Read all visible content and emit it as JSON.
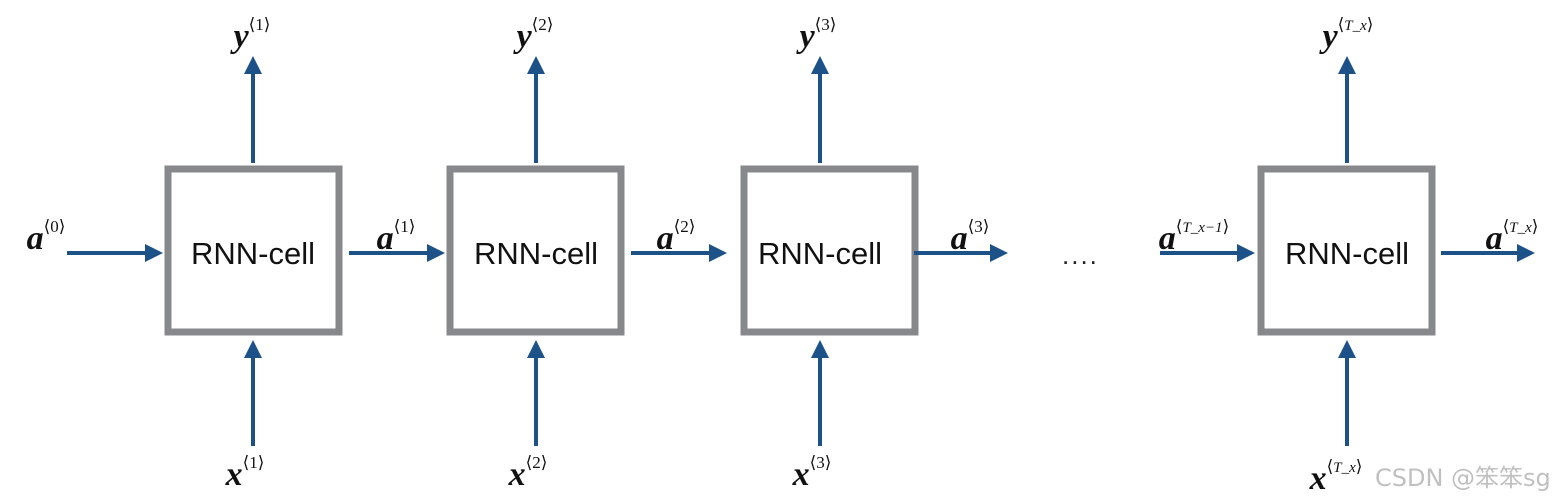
{
  "cells": [
    {
      "label": "RNN-cell",
      "x_in": {
        "base": "x",
        "sup": "1"
      },
      "y_out": {
        "base": "y",
        "sup": "1"
      },
      "a_in": {
        "base": "a",
        "sup": "0"
      }
    },
    {
      "label": "RNN-cell",
      "x_in": {
        "base": "x",
        "sup": "2"
      },
      "y_out": {
        "base": "y",
        "sup": "2"
      },
      "a_in": {
        "base": "a",
        "sup": "1"
      }
    },
    {
      "label": "RNN-cell",
      "x_in": {
        "base": "x",
        "sup": "3"
      },
      "y_out": {
        "base": "y",
        "sup": "3"
      },
      "a_in": {
        "base": "a",
        "sup": "2"
      }
    },
    {
      "label": "RNN-cell",
      "x_in": {
        "base": "x",
        "sup": "T_x"
      },
      "y_out": {
        "base": "y",
        "sup": "T_x"
      },
      "a_in": {
        "base": "a",
        "sup": "T_x−1"
      }
    }
  ],
  "a3": {
    "base": "a",
    "sup": "3"
  },
  "a_final": {
    "base": "a",
    "sup": "T_x"
  },
  "ellipsis": "....",
  "sup_parts": {
    "T": "T",
    "x": "x",
    "minus_one": "−1",
    "open": "⟨",
    "close": "⟩"
  },
  "watermark": "CSDN @笨笨sg",
  "colors": {
    "arrow": "#1c5288",
    "box_border": "#86888b",
    "text": "#111111"
  }
}
